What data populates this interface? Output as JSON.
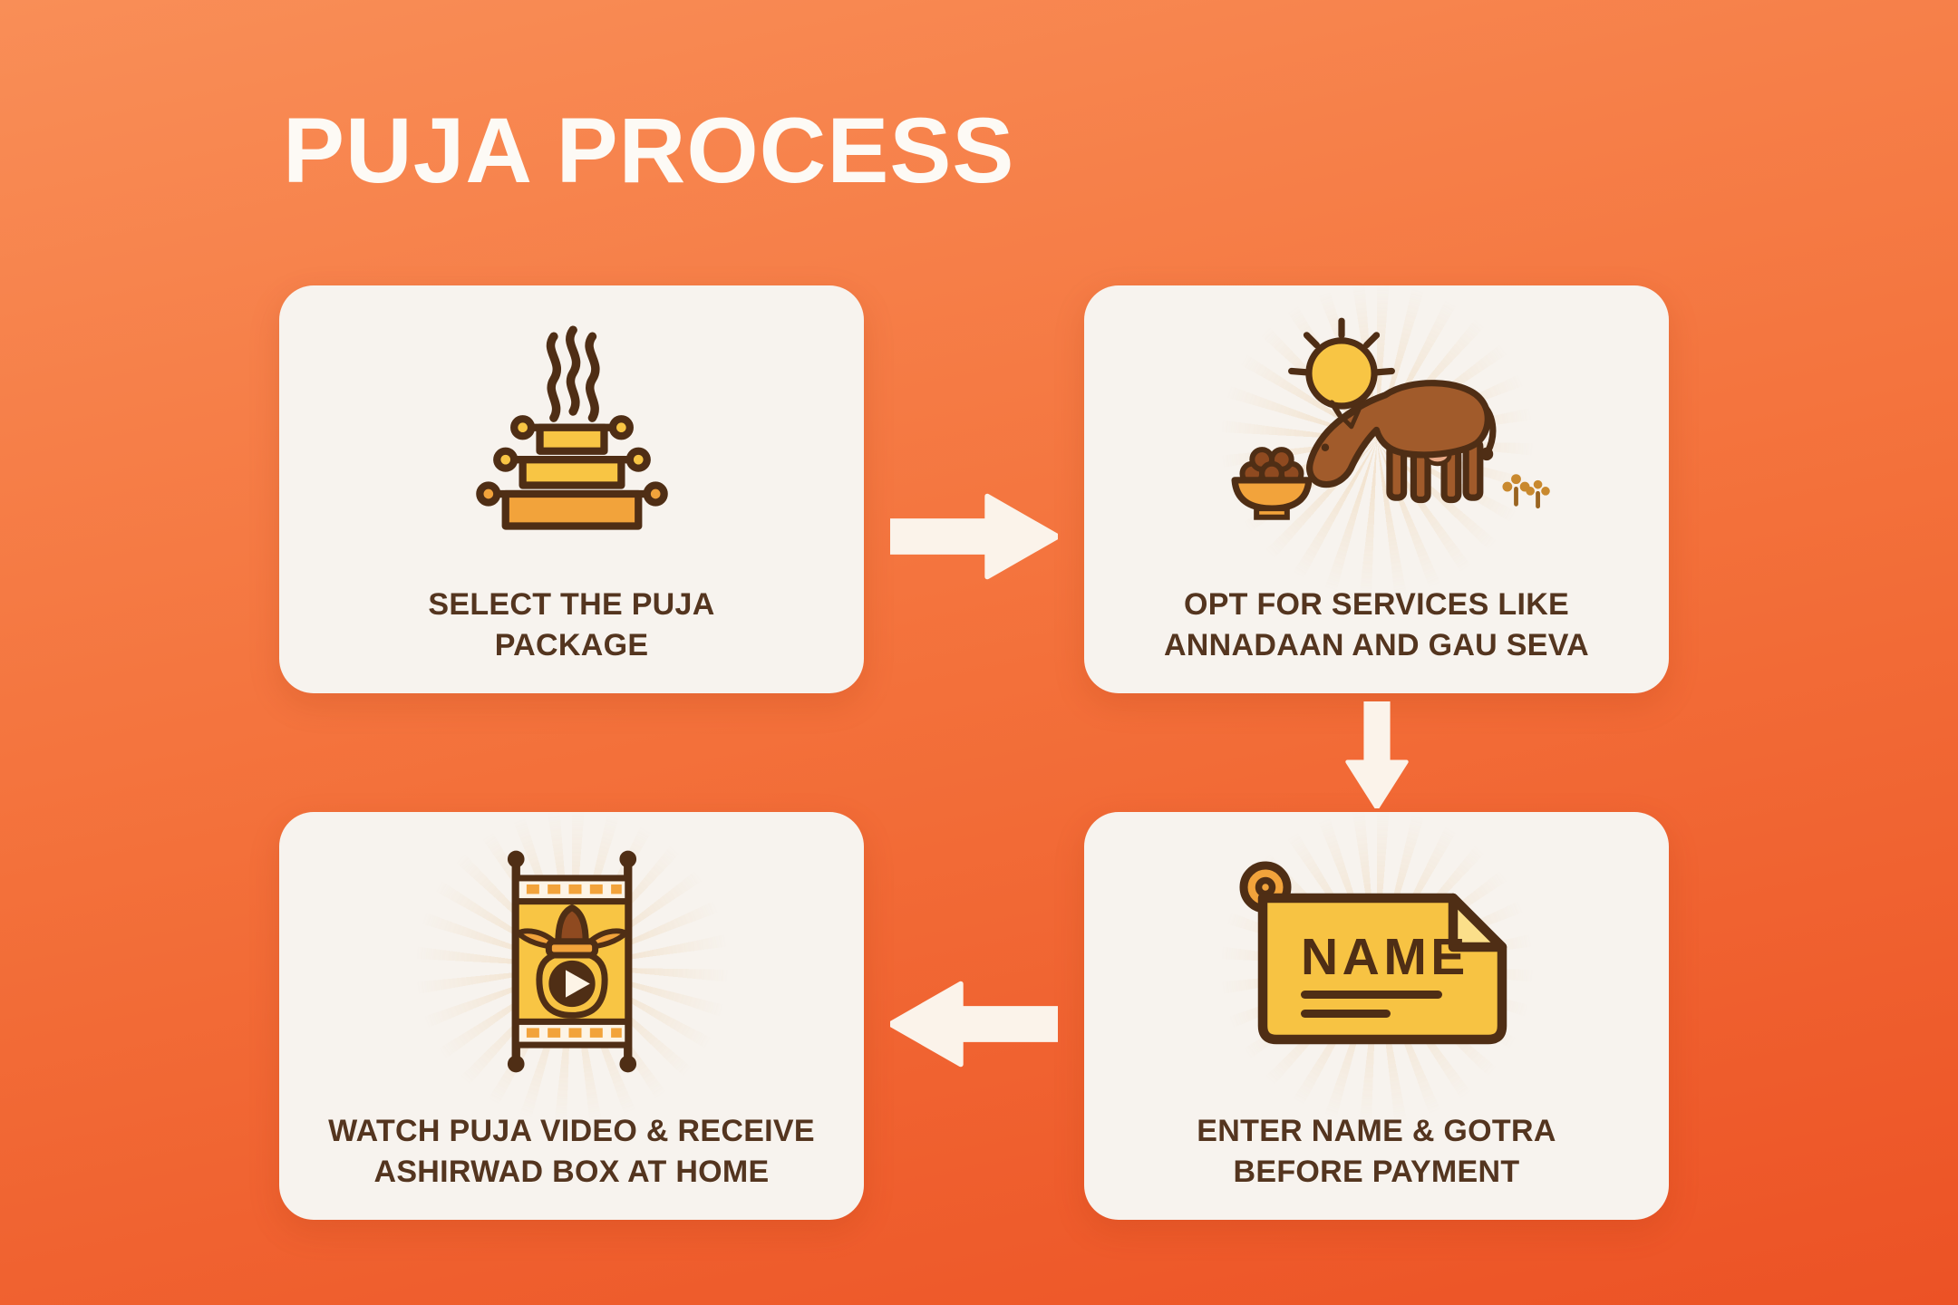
{
  "title": "PUJA PROCESS",
  "steps": [
    {
      "id": 1,
      "label": "SELECT THE PUJA\nPACKAGE",
      "icon": "havan-altar-icon"
    },
    {
      "id": 2,
      "label": "OPT FOR SERVICES LIKE\nANNADAAN AND GAU SEVA",
      "icon": "cow-grazing-icon"
    },
    {
      "id": 3,
      "label": "ENTER NAME & GOTRA\nBEFORE PAYMENT",
      "icon": "name-scroll-icon",
      "icon_text": "NAME"
    },
    {
      "id": 4,
      "label": "WATCH PUJA VIDEO & RECEIVE\nASHIRWAD BOX AT HOME",
      "icon": "puja-video-kalash-icon"
    }
  ],
  "flow": {
    "arrows": [
      {
        "from": 1,
        "to": 2,
        "direction": "right"
      },
      {
        "from": 2,
        "to": 3,
        "direction": "down"
      },
      {
        "from": 3,
        "to": 4,
        "direction": "left"
      }
    ]
  },
  "colors": {
    "background_top": "#F98E57",
    "background_bottom": "#EC5225",
    "card_background": "#F7F3EE",
    "title_text": "#FDFAF5",
    "label_text": "#54351F",
    "icon_outline": "#4F2E15",
    "icon_yellow": "#F8C544",
    "icon_orange": "#F2A33B",
    "cow_brown": "#A15B2B",
    "arrow_fill": "#FBF3EA",
    "sunburst": "#F2E2CD"
  }
}
